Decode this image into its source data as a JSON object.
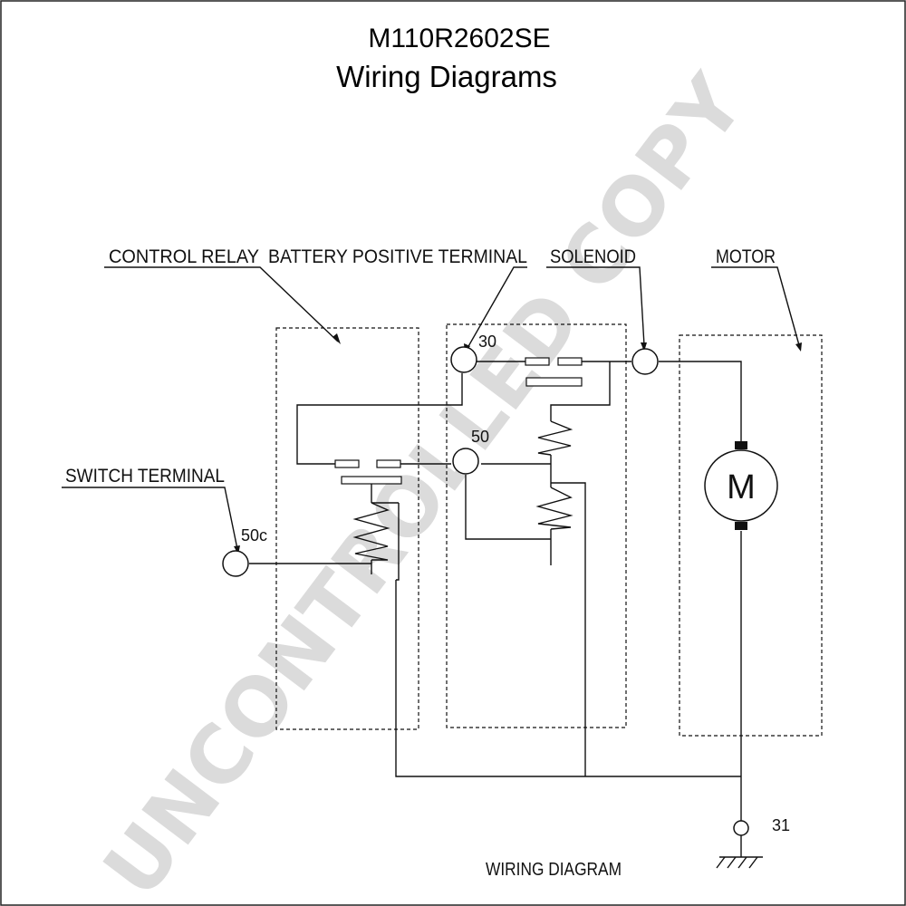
{
  "title": {
    "model": "M110R2602SE",
    "subtitle": "Wiring Diagrams"
  },
  "labels": {
    "control_relay": "CONTROL RELAY",
    "battery_positive_terminal": "BATTERY POSITIVE TERMINAL",
    "solenoid": "SOLENOID",
    "motor": "MOTOR",
    "switch_terminal": "SWITCH TERMINAL",
    "footer": "WIRING DIAGRAM"
  },
  "terminals": {
    "t30": "30",
    "t50": "50",
    "t50c": "50c",
    "t31": "31"
  },
  "motor_symbol": "M",
  "watermark": "UNCONTROLLED COPY",
  "colors": {
    "line": "#111111",
    "watermark": "#cfcfcf",
    "background": "#ffffff"
  }
}
